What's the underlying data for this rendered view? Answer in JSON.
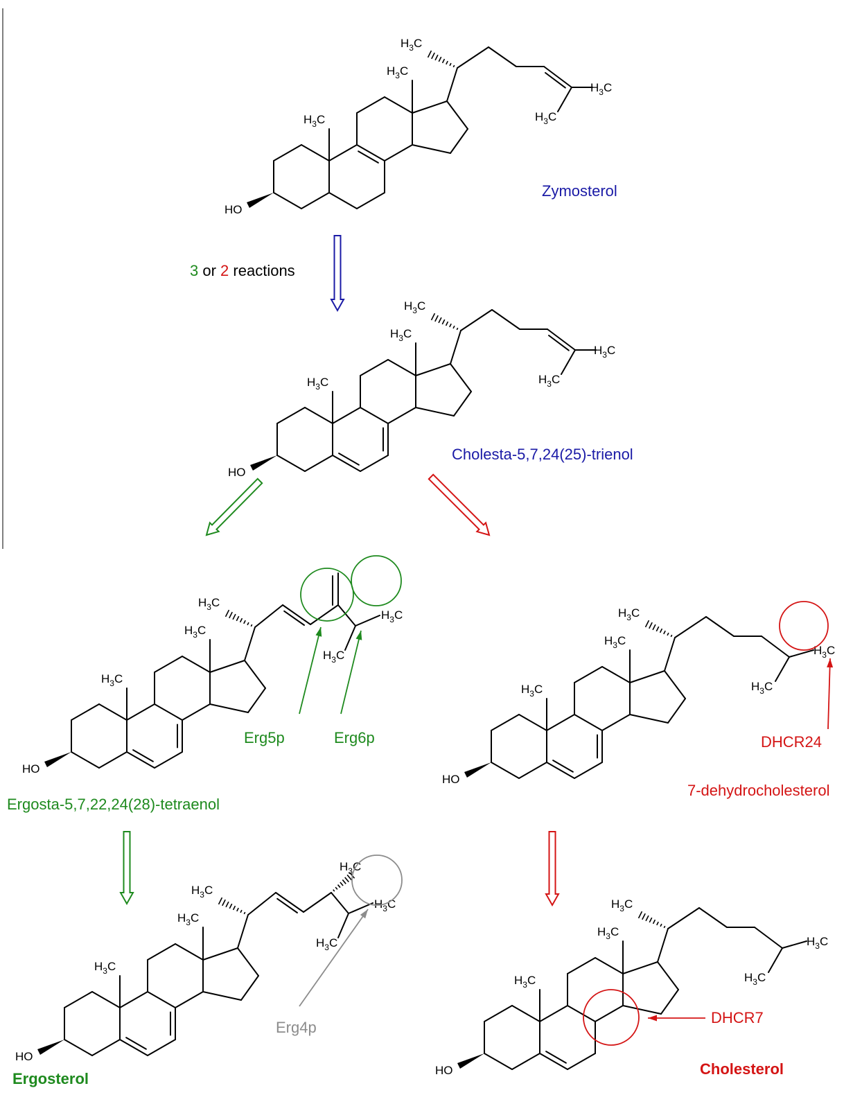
{
  "colors": {
    "blue": "#1a1aa6",
    "green": "#1e8a1e",
    "red": "#d41414",
    "gray": "#8c8c8c",
    "black": "#000000"
  },
  "atoms": {
    "methyl": "H",
    "methyl_sub": "3",
    "methyl_c": "C",
    "hydroxyl": "HO"
  },
  "compounds": {
    "zymosterol": "Zymosterol",
    "trienol": "Cholesta-5,7,24(25)-trienol",
    "tetraenol": "Ergosta-5,7,22,24(28)-tetraenol",
    "ergosterol": "Ergosterol",
    "dehydrocholesterol": "7-dehydrocholesterol",
    "cholesterol": "Cholesterol"
  },
  "reactions": {
    "count_a": "3",
    "or": " or ",
    "count_b": "2",
    "label": " reactions"
  },
  "enzymes": {
    "erg5p": "Erg5p",
    "erg6p": "Erg6p",
    "erg4p": "Erg4p",
    "dhcr24": "DHCR24",
    "dhcr7": "DHCR7"
  }
}
